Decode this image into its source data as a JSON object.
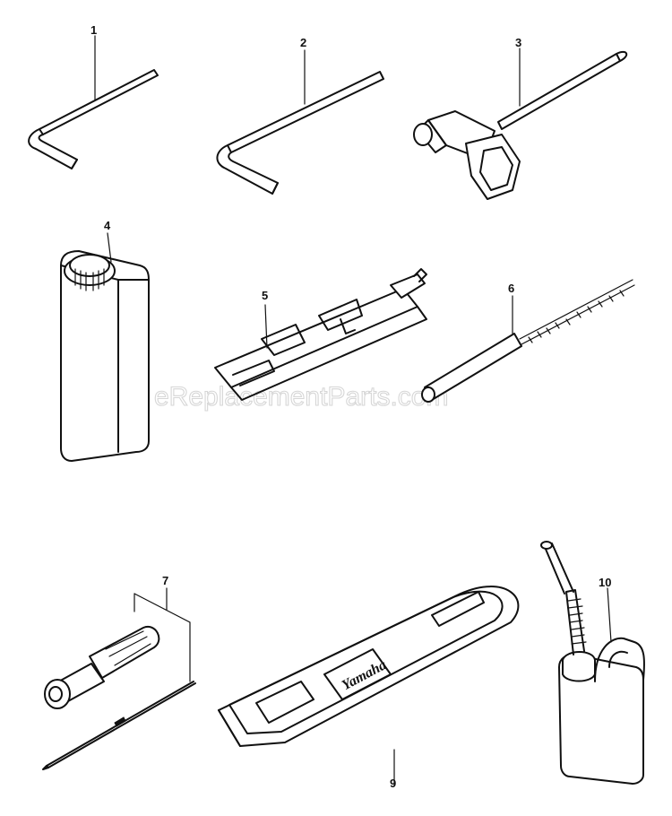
{
  "watermark": "eReplacementParts.com",
  "brand_logo": "Yamaha",
  "callouts": {
    "c1": "1",
    "c2": "2",
    "c3": "3",
    "c4": "4",
    "c5": "5",
    "c6": "6",
    "c7": "7",
    "c9": "9",
    "c10": "10"
  },
  "colors": {
    "ink": "#111111",
    "paper": "#ffffff",
    "watermark": "#d6d6d6"
  }
}
